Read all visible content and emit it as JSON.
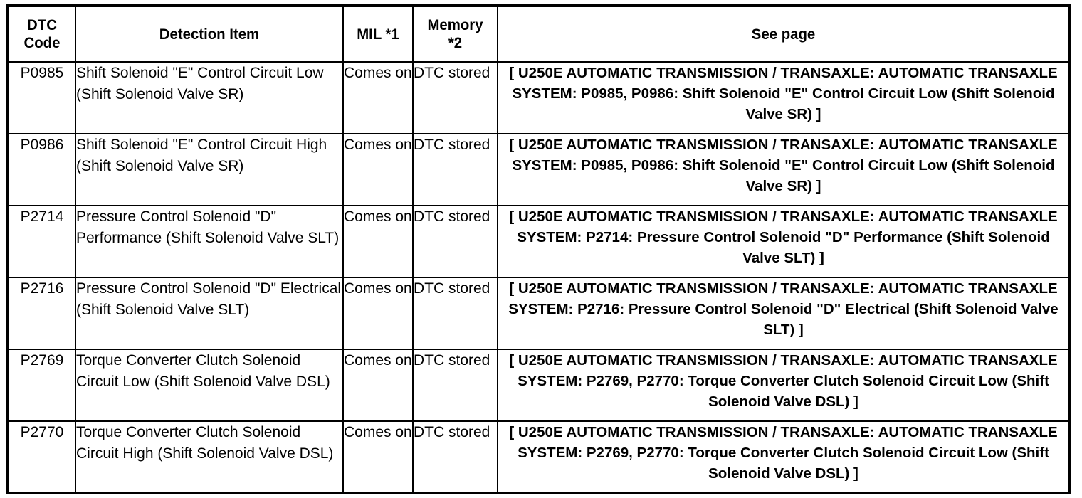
{
  "table": {
    "columns": [
      {
        "key": "dtc_code",
        "label": "DTC\nCode"
      },
      {
        "key": "detection_item",
        "label": "Detection Item"
      },
      {
        "key": "mil",
        "label": "MIL *1"
      },
      {
        "key": "memory",
        "label": "Memory\n*2"
      },
      {
        "key": "see_page",
        "label": "See page"
      }
    ],
    "rows": [
      {
        "dtc_code": "P0985",
        "detection_item": "Shift Solenoid \"E\" Control Circuit Low (Shift Solenoid Valve SR)",
        "mil": "Comes on",
        "memory": "DTC stored",
        "see_page": "[ U250E AUTOMATIC TRANSMISSION / TRANSAXLE: AUTOMATIC TRANSAXLE SYSTEM: P0985, P0986: Shift Solenoid \"E\" Control Circuit Low (Shift Solenoid Valve SR) ]"
      },
      {
        "dtc_code": "P0986",
        "detection_item": "Shift Solenoid \"E\" Control Circuit High (Shift Solenoid Valve SR)",
        "mil": "Comes on",
        "memory": "DTC stored",
        "see_page": "[ U250E AUTOMATIC TRANSMISSION / TRANSAXLE: AUTOMATIC TRANSAXLE SYSTEM: P0985, P0986: Shift Solenoid \"E\" Control Circuit Low (Shift Solenoid Valve SR) ]"
      },
      {
        "dtc_code": "P2714",
        "detection_item": "Pressure Control Solenoid \"D\" Performance (Shift Solenoid Valve SLT)",
        "mil": "Comes on",
        "memory": "DTC stored",
        "see_page": "[ U250E AUTOMATIC TRANSMISSION / TRANSAXLE: AUTOMATIC TRANSAXLE SYSTEM: P2714: Pressure Control Solenoid \"D\" Performance (Shift Solenoid Valve SLT) ]"
      },
      {
        "dtc_code": "P2716",
        "detection_item": "Pressure Control Solenoid \"D\" Electrical (Shift Solenoid Valve SLT)",
        "mil": "Comes on",
        "memory": "DTC stored",
        "see_page": "[ U250E AUTOMATIC TRANSMISSION / TRANSAXLE: AUTOMATIC TRANSAXLE SYSTEM: P2716: Pressure Control Solenoid \"D\" Electrical (Shift Solenoid Valve SLT) ]"
      },
      {
        "dtc_code": "P2769",
        "detection_item": "Torque Converter Clutch Solenoid Circuit Low (Shift Solenoid Valve DSL)",
        "mil": "Comes on",
        "memory": "DTC stored",
        "see_page": "[ U250E AUTOMATIC TRANSMISSION / TRANSAXLE: AUTOMATIC TRANSAXLE SYSTEM: P2769, P2770: Torque Converter Clutch Solenoid Circuit Low (Shift Solenoid Valve DSL) ]"
      },
      {
        "dtc_code": "P2770",
        "detection_item": "Torque Converter Clutch Solenoid Circuit High (Shift Solenoid Valve DSL)",
        "mil": "Comes on",
        "memory": "DTC stored",
        "see_page": "[ U250E AUTOMATIC TRANSMISSION / TRANSAXLE: AUTOMATIC TRANSAXLE SYSTEM: P2769, P2770: Torque Converter Clutch Solenoid Circuit Low (Shift Solenoid Valve DSL) ]"
      }
    ]
  },
  "colors": {
    "border": "#000000",
    "text": "#000000",
    "background": "#ffffff"
  }
}
